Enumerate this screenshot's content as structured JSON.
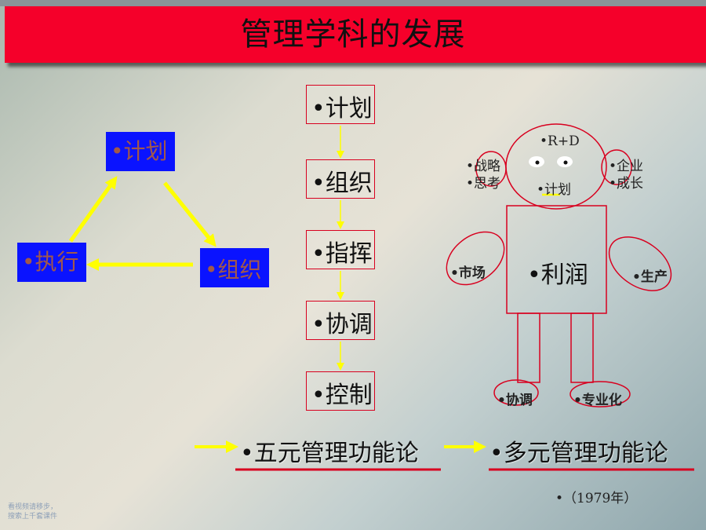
{
  "title": "管理学科的发展",
  "triangle": {
    "top": "•计划",
    "left": "•执行",
    "right": "•组织",
    "box_color": "#0a13ff",
    "text_color": "#a2584a",
    "arrow_color": "#ffff00"
  },
  "flow": [
    "•计划",
    "•组织",
    "•指挥",
    "•协调",
    "•控制"
  ],
  "figure": {
    "head_top": "•R+D",
    "head_center": "•计划",
    "left_ear": [
      "•战略",
      "•思考"
    ],
    "right_ear": [
      "•企业",
      "•成长"
    ],
    "body": "•利润",
    "left_arm": "•市场",
    "right_arm": "•生产",
    "left_foot": "•协调",
    "right_foot": "•专业化"
  },
  "theories": {
    "first": "•五元管理功能论",
    "second": "•多元管理功能论",
    "year": "•（1979年）"
  },
  "colors": {
    "title_bar": "#f5002a",
    "outline": "#d8001f",
    "underline": "#d8001f"
  },
  "watermark": [
    "看视频请移步，",
    "搜索上千套课件"
  ]
}
